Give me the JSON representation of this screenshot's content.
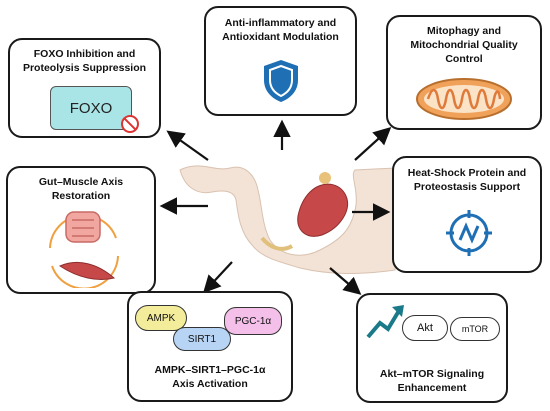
{
  "boxes": {
    "foxo": {
      "title": "FOXO Inhibition and\nProteolysis Suppression",
      "label": "FOXO"
    },
    "antiinflam": {
      "title": "Anti-inflammatory and\nAntioxidant Modulation"
    },
    "mitophagy": {
      "title": "Mitophagy and\nMitochondrial Quality\nControl"
    },
    "gut": {
      "title": "Gut–Muscle Axis\nRestoration"
    },
    "heatshock": {
      "title": "Heat-Shock Protein and\nProteostasis Support"
    },
    "ampk": {
      "title": "AMPK–SIRT1–PGC-1α\nAxis Activation",
      "ampk_label": "AMPK",
      "sirt1_label": "SIRT1",
      "pgc_label": "PGC-1α"
    },
    "akt": {
      "title": "Akt–mTOR Signaling\nEnhancement",
      "akt_label": "Akt",
      "mtor_label": "mTOR"
    }
  },
  "colors": {
    "border": "#1a1a1a",
    "foxo_fill": "#a9e4e6",
    "shield_blue": "#1f6fb5",
    "mito_orange": "#f0a25a",
    "ampk_fill": "#f3ec9a",
    "sirt_fill": "#b8d4f5",
    "pgc_fill": "#f4bfe9",
    "arrow": "#111111"
  }
}
